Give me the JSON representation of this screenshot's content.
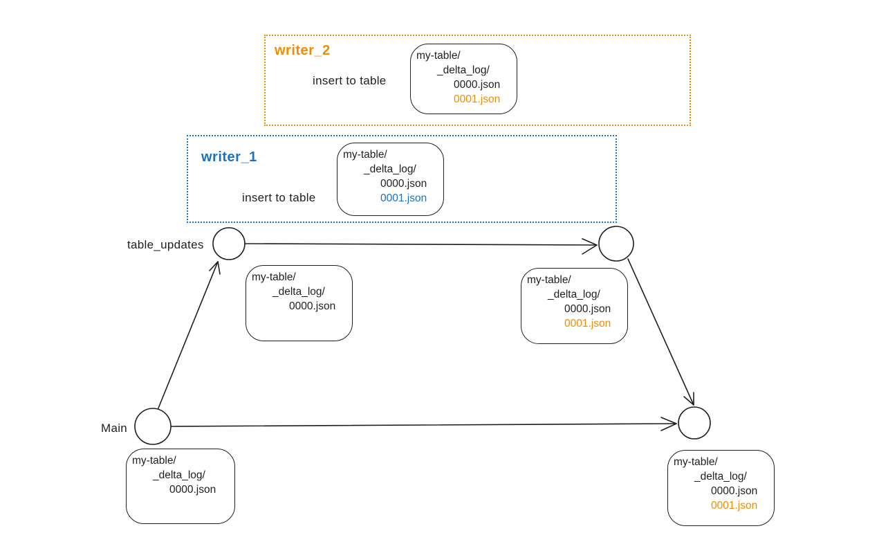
{
  "colors": {
    "ink": "#1e1e1e",
    "orange": "#f08c00",
    "blue": "#1971c2"
  },
  "groups": {
    "writer2": {
      "label": "writer_2",
      "action": "insert to table"
    },
    "writer1": {
      "label": "writer_1",
      "action": "insert to table"
    }
  },
  "branches": {
    "table_updates": {
      "label": "table_updates"
    },
    "main": {
      "label": "Main"
    }
  },
  "file_boxes": {
    "writer2": {
      "lines": [
        "my-table/",
        "_delta_log/",
        "0000.json",
        "0001.json"
      ],
      "highlight": "orange"
    },
    "writer1": {
      "lines": [
        "my-table/",
        "_delta_log/",
        "0000.json",
        "0001.json"
      ],
      "highlight": "blue"
    },
    "table_updates_start": {
      "lines": [
        "my-table/",
        "_delta_log/",
        "0000.json"
      ]
    },
    "table_updates_end": {
      "lines": [
        "my-table/",
        "_delta_log/",
        "0000.json",
        "0001.json"
      ],
      "highlight": "orange"
    },
    "main_start": {
      "lines": [
        "my-table/",
        "_delta_log/",
        "0000.json"
      ]
    },
    "main_end": {
      "lines": [
        "my-table/",
        "_delta_log/",
        "0000.json",
        "0001.json"
      ],
      "highlight": "orange"
    }
  }
}
